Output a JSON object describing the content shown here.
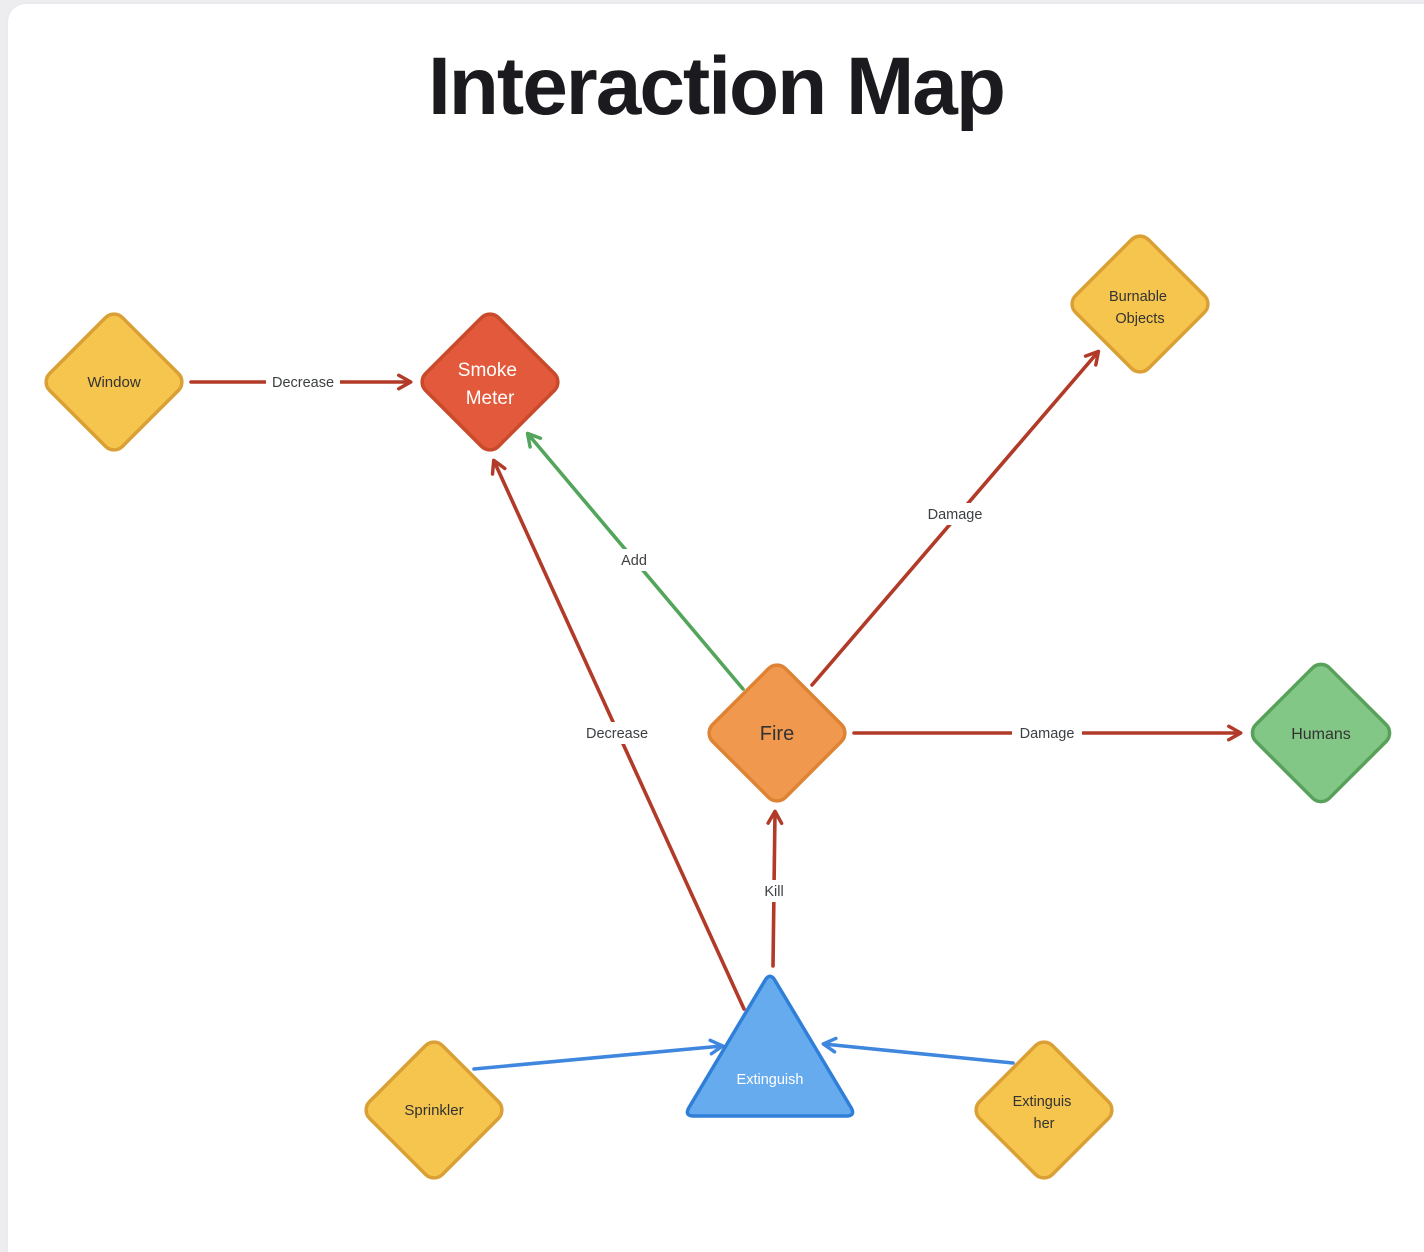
{
  "title": "Interaction Map",
  "nodes": {
    "window": {
      "label": "Window",
      "shape": "diamond",
      "color": "#F6C54D"
    },
    "smoke_meter": {
      "lines": [
        "Smoke",
        "Meter"
      ],
      "shape": "diamond",
      "color": "#E2593B"
    },
    "burnable_objects": {
      "lines": [
        "Burnable",
        "Objects"
      ],
      "shape": "diamond",
      "color": "#F6C54D"
    },
    "fire": {
      "label": "Fire",
      "shape": "diamond",
      "color": "#F0994E"
    },
    "humans": {
      "label": "Humans",
      "shape": "diamond",
      "color": "#82C785"
    },
    "sprinkler": {
      "label": "Sprinkler",
      "shape": "diamond",
      "color": "#F6C54D"
    },
    "extinguisher": {
      "lines": [
        "Extinguis",
        "her"
      ],
      "shape": "diamond",
      "color": "#F6C54D"
    },
    "extinguish": {
      "label": "Extinguish",
      "shape": "triangle",
      "color": "#67ABEF"
    }
  },
  "edges": {
    "window_to_smoke_meter": {
      "label": "Decrease",
      "color": "#B23A28"
    },
    "fire_to_smoke_meter": {
      "label": "Add",
      "color": "#53A55B"
    },
    "fire_to_burnable_objects": {
      "label": "Damage",
      "color": "#B23A28"
    },
    "fire_to_humans": {
      "label": "Damage",
      "color": "#B23A28"
    },
    "extinguish_to_fire": {
      "label": "Kill",
      "color": "#B23A28"
    },
    "extinguish_to_smoke_meter": {
      "label": "Decrease",
      "color": "#B23A28"
    },
    "sprinkler_to_extinguish": {
      "label": "",
      "color": "#3E86DE"
    },
    "extinguisher_to_extinguish": {
      "label": "",
      "color": "#3E86DE"
    }
  },
  "colors": {
    "background": "#EDEDF0",
    "canvas": "#FFFFFF",
    "title_text": "#1B1B1F",
    "node_amber_fill": "#F6C54D",
    "node_amber_border": "#DBA035",
    "node_red_fill": "#E2593B",
    "node_red_border": "#C94A2B",
    "node_orange_fill": "#F0994E",
    "node_orange_border": "#DE8233",
    "node_green_fill": "#82C785",
    "node_green_border": "#58A15B",
    "node_blue_fill": "#67ABEF",
    "node_blue_border": "#2F7FD9",
    "edge_red": "#B23A28",
    "edge_green": "#53A55B",
    "edge_blue": "#3E86DE",
    "edge_label_text": "#3D4043",
    "node_label_dark": "#333333",
    "node_label_light": "#FFFFFF"
  }
}
